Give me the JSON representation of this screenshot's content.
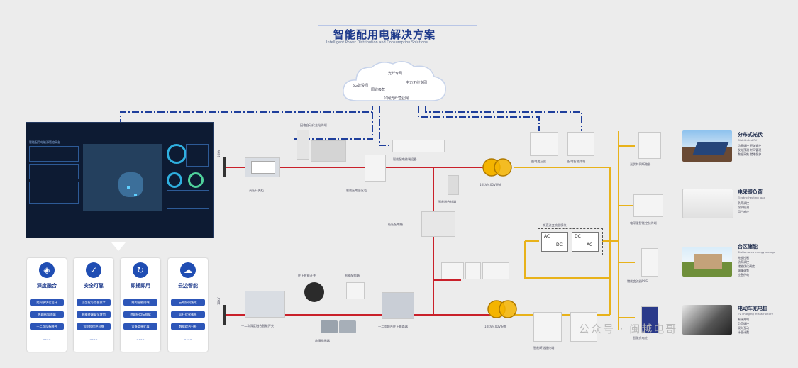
{
  "title": "智能配用电解决方案",
  "subtitle": "Intelligent Power Distribution and Consumption Solutions",
  "cloud": {
    "labels": [
      "光纤专网",
      "5G建设间",
      "电力无线专网",
      "国省级营",
      "公网光纤营业网"
    ]
  },
  "panel": {
    "header": "智能配用电能源管控平台"
  },
  "cards": [
    {
      "title": "深度融合",
      "icon": "fusion-icon",
      "items": [
        "组网模块化设计",
        "先端感知终端",
        "一二次设备融合"
      ]
    },
    {
      "title": "安全可靠",
      "icon": "shield-icon",
      "items": [
        "小型化与综合技术",
        "智能终端安全增加",
        "设防和保护可靠"
      ]
    },
    {
      "title": "即插即用",
      "icon": "refresh-icon",
      "items": [
        "结构智能终端",
        "终端接口标准化",
        "设备简单扩展"
      ]
    },
    {
      "title": "云边智能",
      "icon": "cloud-icon",
      "items": [
        "云端协同集成",
        "运行优化体系",
        "数据综合分析"
      ]
    }
  ],
  "cards_more": "·······",
  "top_line": {
    "voltage": "10kV",
    "switch_label": "高压开关柜",
    "devices": [
      "配电自动化主站终端",
      "智能配电台区柜",
      "智能配电终端设备",
      "配电变压器",
      "配电智能终端"
    ],
    "transformer_label": "10kV/400V配变"
  },
  "bottom_line": {
    "voltage": "10kV",
    "switch_label": "一二次深度融合智能开关",
    "devices": [
      "柱上智能开关",
      "智能配电箱",
      "智能断路器终端",
      "故障指示器"
    ],
    "breaker_label": "一二次融合柱上断路器",
    "transformer_label": "10kV/400V配变"
  },
  "middle": {
    "meter_label": "智能融合终端",
    "box_label": "低压配电箱",
    "converter_title": "交直流变流器模块",
    "ac": "AC",
    "dc": "DC"
  },
  "right_items": [
    {
      "title": "分布式光伏",
      "subtitle": "Distributed PV",
      "list": "功率调控 开关遥控\n发电预测 并网管理\n数据采集 就地保护",
      "device_label": "光伏并网断路器"
    },
    {
      "title": "电采暖负荷",
      "subtitle": "Electric heating load",
      "list": "负荷调控\n保护检测\n用户响应",
      "device_label": "电采暖智能控制终端"
    },
    {
      "title": "台区储能",
      "subtitle": "Station area energy storage",
      "list": "充放控制\n功率调控\n储能优化调度\n调峰调频\n应急供电",
      "device_label": "储能变流器PCS"
    },
    {
      "title": "电动车充电桩",
      "subtitle": "EV charging infrastructure",
      "list": "有序充电\n负荷调控\n双向互动\n计量计费",
      "device_label": "智能充电桩"
    }
  ],
  "watermark": "公众号 · 闽越电哥",
  "colors": {
    "red_line": "#c9202a",
    "yellow_line": "#e8b21a",
    "blue_dash": "#1f3f9c",
    "title": "#1f3b8c"
  }
}
